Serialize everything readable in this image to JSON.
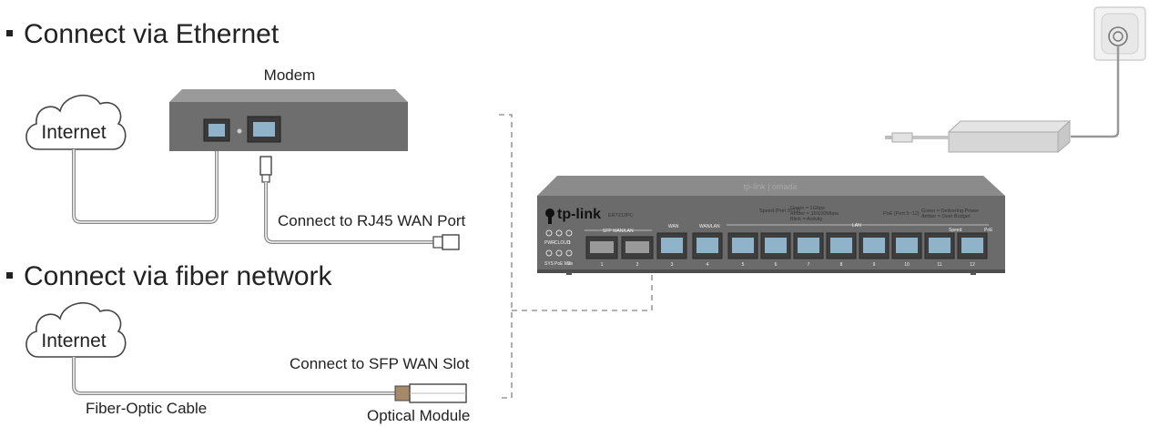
{
  "headings": {
    "ethernet": "Connect via Ethernet",
    "fiber": "Connect via fiber network"
  },
  "clouds": {
    "ethernet_label": "Internet",
    "fiber_label": "Internet"
  },
  "modem": {
    "label": "Modem"
  },
  "callouts": {
    "rj45_wan": "Connect to RJ45 WAN Port",
    "sfp_wan": "Connect to SFP WAN Slot",
    "fiber_cable": "Fiber-Optic Cable",
    "optical_module": "Optical Module"
  },
  "router": {
    "brand": "tp-link",
    "model": "ER7212PC",
    "top_brand": "tp-link | omada",
    "led_labels": [
      "PWR",
      "CLOUD",
      "1",
      "SYS",
      "PoE Max",
      "2"
    ],
    "group_labels": {
      "sfp": "SFP WAN/LAN",
      "wan": "WAN",
      "wan_lan": "WAN/LAN",
      "lan": "LAN",
      "speed": "Speed",
      "poe": "PoE"
    },
    "speed_legend": {
      "title": "Speed (Port 3~12)",
      "green": "Green = 1Gbps",
      "amber": "Amber = 10/100Mbps",
      "blink": "Blink = Activity"
    },
    "poe_legend": {
      "title": "PoE (Port 5~12)",
      "green": "Green = Delivering Power",
      "amber": "Amber = Over Budget"
    },
    "port_numbers": [
      "1",
      "2",
      "3",
      "4",
      "5",
      "6",
      "7",
      "8",
      "9",
      "10",
      "11",
      "12"
    ]
  },
  "colors": {
    "device_gray": "#6b6b6b",
    "device_dark": "#4e4e4e",
    "port_blue": "#8fb4c9",
    "cable_gray": "#8a8a8a",
    "text": "#222222"
  },
  "icons": {
    "outlet": "power-outlet-icon",
    "adapter": "power-adapter-icon",
    "cloud": "cloud-icon",
    "bullet": "square-bullet-icon"
  }
}
